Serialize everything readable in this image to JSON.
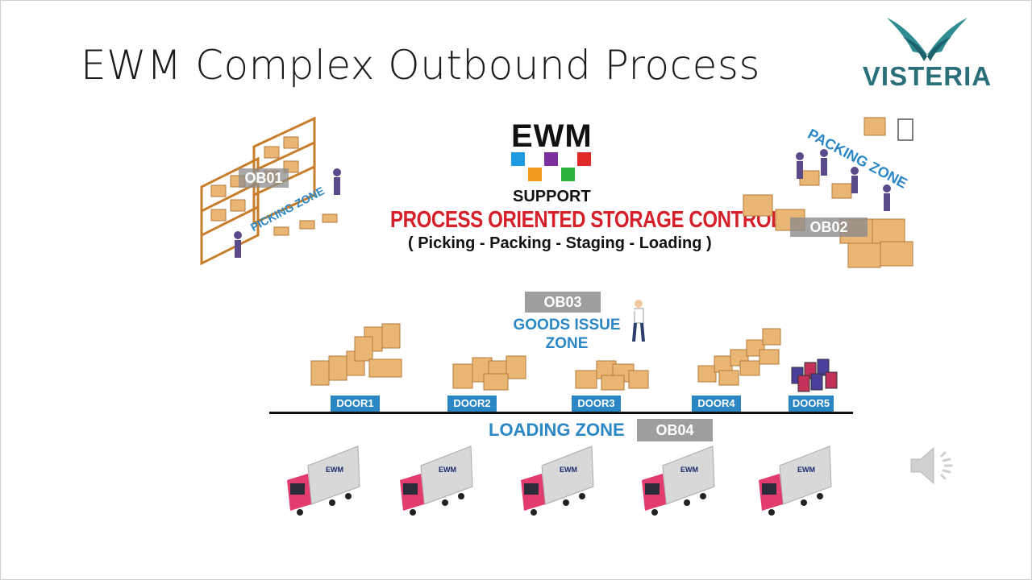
{
  "slide": {
    "title": "EWM Complex Outbound Process",
    "logo_text": "VISTERIA"
  },
  "center": {
    "ewm": "EWM",
    "support": "SUPPORT",
    "headline": "PROCESS ORIENTED STORAGE CONTROL",
    "steps": "( Picking - Packing - Staging - Loading )",
    "square_colors": [
      "#1e9be0",
      "#7b2f9e",
      "#e02a2a",
      "#f39a1f",
      "#2bb23a"
    ]
  },
  "zones": {
    "picking": {
      "label": "PICKING ZONE",
      "code": "OB01"
    },
    "packing": {
      "label": "PACKING ZONE",
      "code": "OB02"
    },
    "goods_issue": {
      "line1": "GOODS ISSUE",
      "line2": "ZONE",
      "code": "OB03"
    },
    "loading": {
      "label": "LOADING ZONE",
      "code": "OB04"
    }
  },
  "doors": [
    "DOOR1",
    "DOOR2",
    "DOOR3",
    "DOOR4",
    "DOOR5"
  ],
  "truck_label": "EWM",
  "colors": {
    "zone_blue": "#2a87c4",
    "headline_red": "#d5202a",
    "badge_gray": "#9e9e9e",
    "truck_cab": "#e23c6e",
    "box_tan": "#e9b675",
    "logo_teal": "#2b6f7a"
  },
  "icons": [
    "speaker-icon",
    "visteria-bird-logo"
  ]
}
